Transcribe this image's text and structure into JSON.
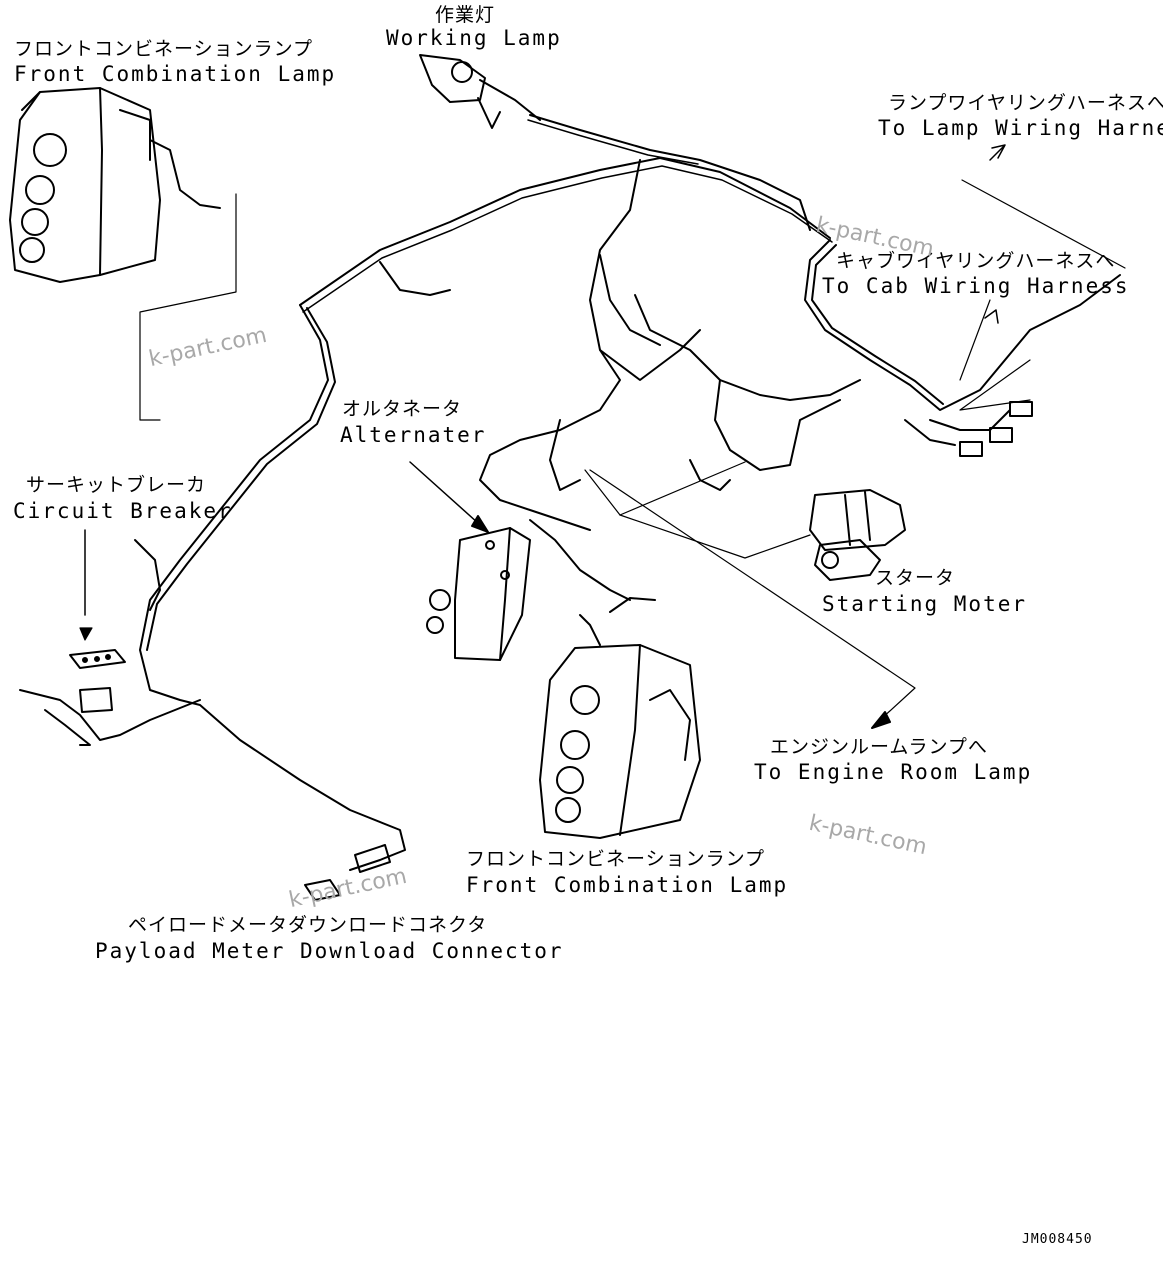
{
  "labels": {
    "working_lamp": {
      "jp": "作業灯",
      "en": "Working Lamp"
    },
    "front_combination_lamp_left": {
      "jp": "フロントコンビネーションランプ",
      "en": "Front Combination Lamp"
    },
    "lamp_wiring_harness": {
      "jp": "ランプワイヤリングハーネスへ",
      "en": "To Lamp Wiring Harness"
    },
    "cab_wiring_harness": {
      "jp": "キャブワイヤリングハーネスへ",
      "en": "To Cab Wiring Harness"
    },
    "alternater": {
      "jp": "オルタネータ",
      "en": "Alternater"
    },
    "circuit_breaker": {
      "jp": "サーキットブレーカ",
      "en": "Circuit Breaker"
    },
    "starting_moter": {
      "jp": "スタータ",
      "en": "Starting Moter"
    },
    "engine_room_lamp": {
      "jp": "エンジンルームランプへ",
      "en": "To Engine Room Lamp"
    },
    "front_combination_lamp_bottom": {
      "jp": "フロントコンビネーションランプ",
      "en": "Front Combination Lamp"
    },
    "payload_connector": {
      "jp": "ペイロードメータダウンロードコネクタ",
      "en": "Payload Meter Download Connector"
    }
  },
  "watermarks": [
    "k-part.com",
    "k-part.com",
    "k-part.com",
    "k-part.com"
  ],
  "drawing_code": "JM008450",
  "colors": {
    "line": "#000000",
    "watermark": "#a8a8a8",
    "background": "#ffffff"
  }
}
